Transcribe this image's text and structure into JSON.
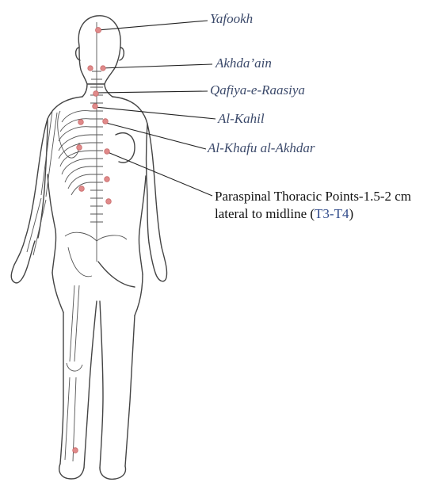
{
  "labels": {
    "yafookh": "Yafookh",
    "akhdaain": "Akhda’ain",
    "qafiya": "Qafiya-e-Raasiya",
    "alkahil": "Al-Kahil",
    "alkhafu": "Al-Khafu al-Akhdar",
    "paraspinal_prefix": "Paraspinal Thoracic Points-1.5-2 cm lateral to midline (",
    "paraspinal_range": "T3-T4",
    "paraspinal_suffix": ")"
  },
  "colors": {
    "point_fill": "#e08a8a",
    "point_stroke": "#c96a6a",
    "label_text": "#3c4a6b",
    "highlight_text": "#2f4a8a",
    "outline": "#444444"
  }
}
